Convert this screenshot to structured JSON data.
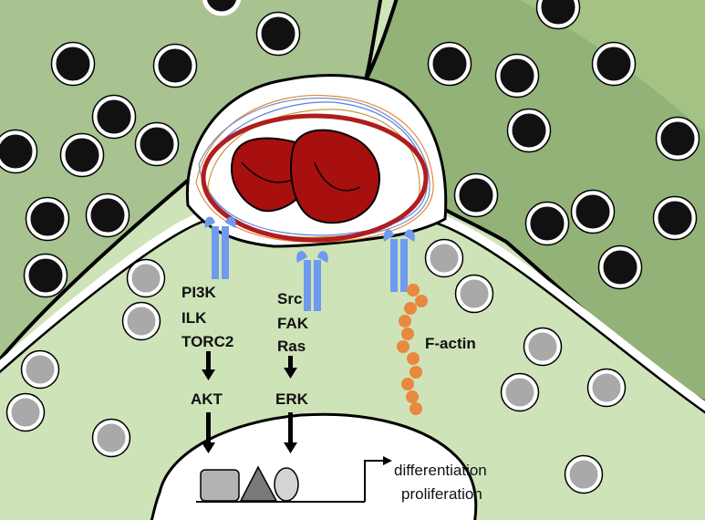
{
  "colors": {
    "background_cell": "#cfe3b9",
    "left_cell": "#9db886",
    "right_cell": "#86a86c",
    "receptor": "#6e9af0",
    "actin": "#e8893e",
    "nucleus_ring": "#b01d1d",
    "heart_fill": "#a80f0f",
    "granule_dark": "#111111",
    "granule_light": "#a9a9a9"
  },
  "pathways": {
    "pi3k": {
      "upstream": [
        "PI3K",
        "ILK",
        "TORC2"
      ],
      "effector": "AKT"
    },
    "src": {
      "upstream": [
        "Src",
        "FAK",
        "Ras"
      ],
      "effector": "ERK"
    }
  },
  "cytoskeleton": {
    "label": "F-actin"
  },
  "gene_outputs": [
    "differentiation",
    "proliferation"
  ],
  "icons": [
    "receptor-icon",
    "actin-filament-icon",
    "transcription-factor-icon",
    "transcription-start-arrow-icon",
    "arrow-down-icon"
  ]
}
